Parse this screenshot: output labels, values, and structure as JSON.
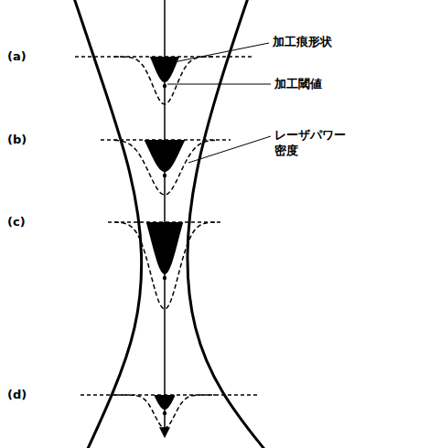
{
  "diagram": {
    "labels": [
      "(a)",
      "加工痕形状",
      "加工閾値",
      "(b)",
      "レーザパワー 密度",
      "(c)",
      "(d)"
    ]
  }
}
